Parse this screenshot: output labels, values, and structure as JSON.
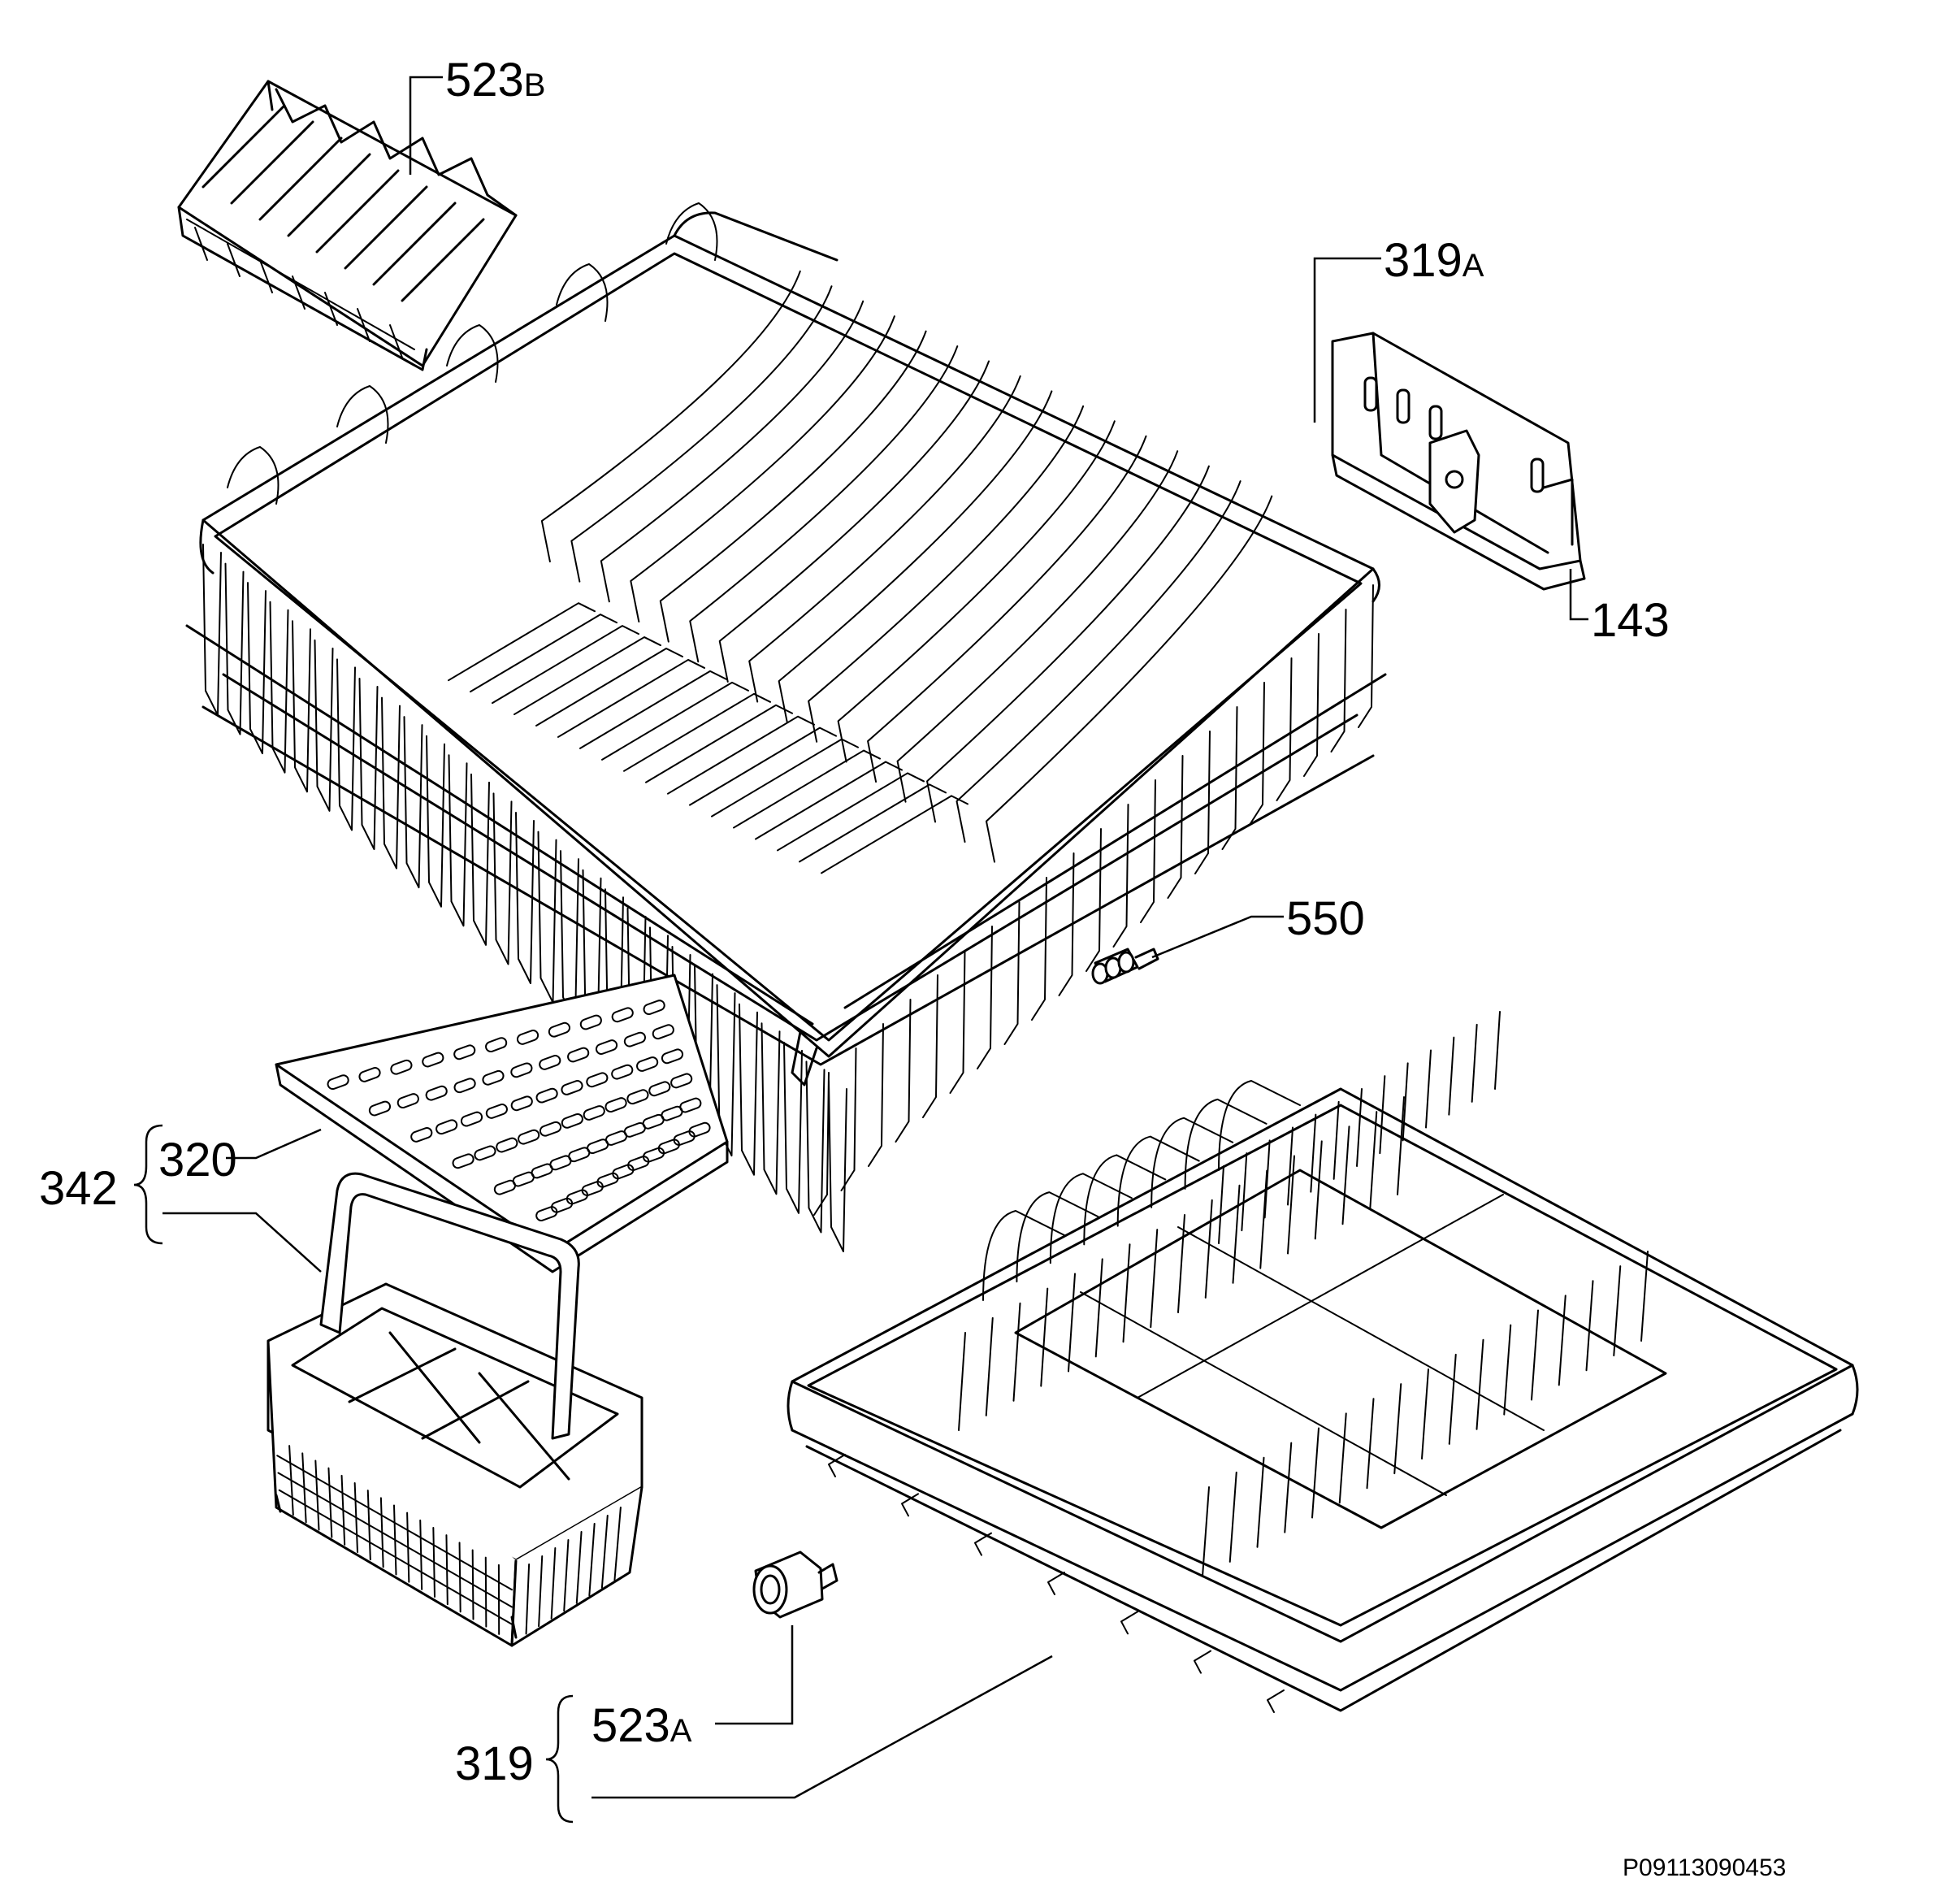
{
  "labels": {
    "l523b": {
      "num": "523",
      "suffix": "B"
    },
    "l319a": {
      "num": "319",
      "suffix": "A"
    },
    "l143": "143",
    "l550": "550",
    "l342": "342",
    "l320": "320",
    "l319": "319",
    "l523a": {
      "num": "523",
      "suffix": "A"
    }
  },
  "reference_code": "P09113090453"
}
